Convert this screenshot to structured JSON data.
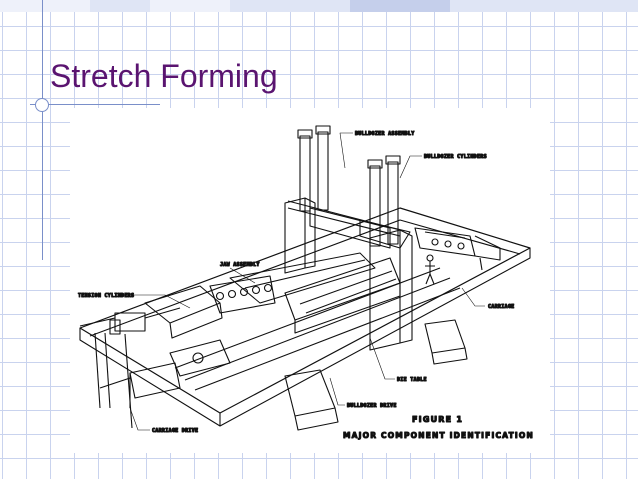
{
  "slide": {
    "title": "Stretch Forming"
  },
  "figure": {
    "labels": {
      "bulldozer_assembly": "BULLDOZER ASSEMBLY",
      "bulldozer_cylinders": "BULLDOZER CYLINDERS",
      "jaw_assembly": "JAW ASSEMBLY",
      "tension_cylinders": "TENSION CYLINDERS",
      "carriage": "CARRIAGE",
      "die_table": "DIE TABLE",
      "bulldozer_drive": "BULLDOZER DRIVE",
      "carriage_drive": "CARRIAGE DRIVE"
    },
    "caption_number": "FIGURE 1",
    "caption_text": "MAJOR COMPONENT IDENTIFICATION"
  },
  "colors": {
    "title": "#5a1470",
    "grid": "#c9d3ee",
    "accent_rule": "#7a8fc9",
    "tab_light": "#dfe5f5",
    "tab_mid": "#c5cfeb"
  }
}
